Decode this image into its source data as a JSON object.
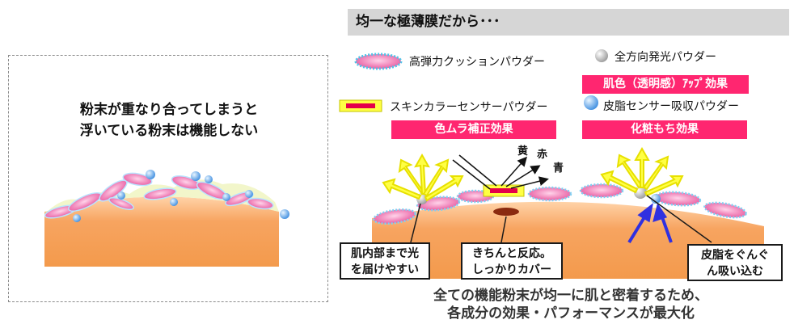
{
  "left": {
    "lines": [
      "粉末が重なり合ってしまうと",
      "浮いている粉末は機能しない"
    ]
  },
  "right": {
    "banner": "均一な極薄膜だから･･･",
    "legend": {
      "cushion": "高弾力クッションパウダー",
      "omni": "全方向発光パウダー",
      "skin_sensor": "スキンカラーセンサーパウダー",
      "sebum": "皮脂センサー吸収パウダー"
    },
    "effects": {
      "translucency": "肌色（透明感）ｱｯﾌﾟ効果",
      "color_correction": "色ムラ補正効果",
      "makeup_lasting": "化粧もち効果"
    },
    "colors": {
      "yellow": "黄",
      "red": "赤",
      "blue": "青"
    },
    "callouts": {
      "light": [
        "肌内部まで光",
        "を届けやすい"
      ],
      "react": [
        "きちんと反応。",
        "しっかりカバー"
      ],
      "absorb": [
        "皮脂をぐんぐ",
        "ん吸い込む"
      ]
    },
    "caption": [
      "全ての機能粉末が均一に肌と密着するため、",
      "各成分の効果・パフォーマンスが最大化"
    ]
  },
  "colors": {
    "skin_top": "#ffc89a",
    "skin_bottom": "#f08a3c",
    "pink_particle": "#ef6fb0",
    "cyan_outline": "#4fc3e8",
    "blue_sphere": "#5aa6e8",
    "effect_red": "#ff2670",
    "ray_yellow": "#ffff33",
    "sebum_arrow": "#2d2ae0"
  }
}
